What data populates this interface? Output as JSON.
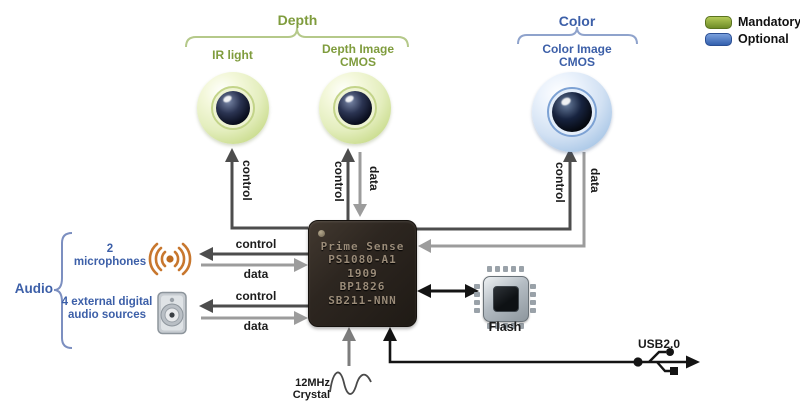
{
  "depth_group": {
    "title": "Depth",
    "ir_label": "IR light",
    "cmos_label": "Depth Image\nCMOS"
  },
  "color_group": {
    "title": "Color",
    "cmos_label": "Color Image\nCMOS"
  },
  "legend": {
    "mandatory_label": "Mandatory",
    "optional_label": "Optional",
    "mandatory_color": "#7e9a33",
    "optional_color": "#3f6ebc"
  },
  "chip": {
    "lines": [
      "Prime Sense",
      "PS1080-A1",
      "1909",
      "BP1826",
      "SB211-NNN"
    ]
  },
  "audio": {
    "title": "Audio",
    "microphones_label": "2\nmicrophones",
    "sources_label": "4 external digital\naudio sources"
  },
  "flash": {
    "label": "Flash"
  },
  "crystal": {
    "label": "12MHz Crystal"
  },
  "usb": {
    "label": "USB2.0"
  },
  "wire_labels": {
    "control": "control",
    "data": "data"
  }
}
